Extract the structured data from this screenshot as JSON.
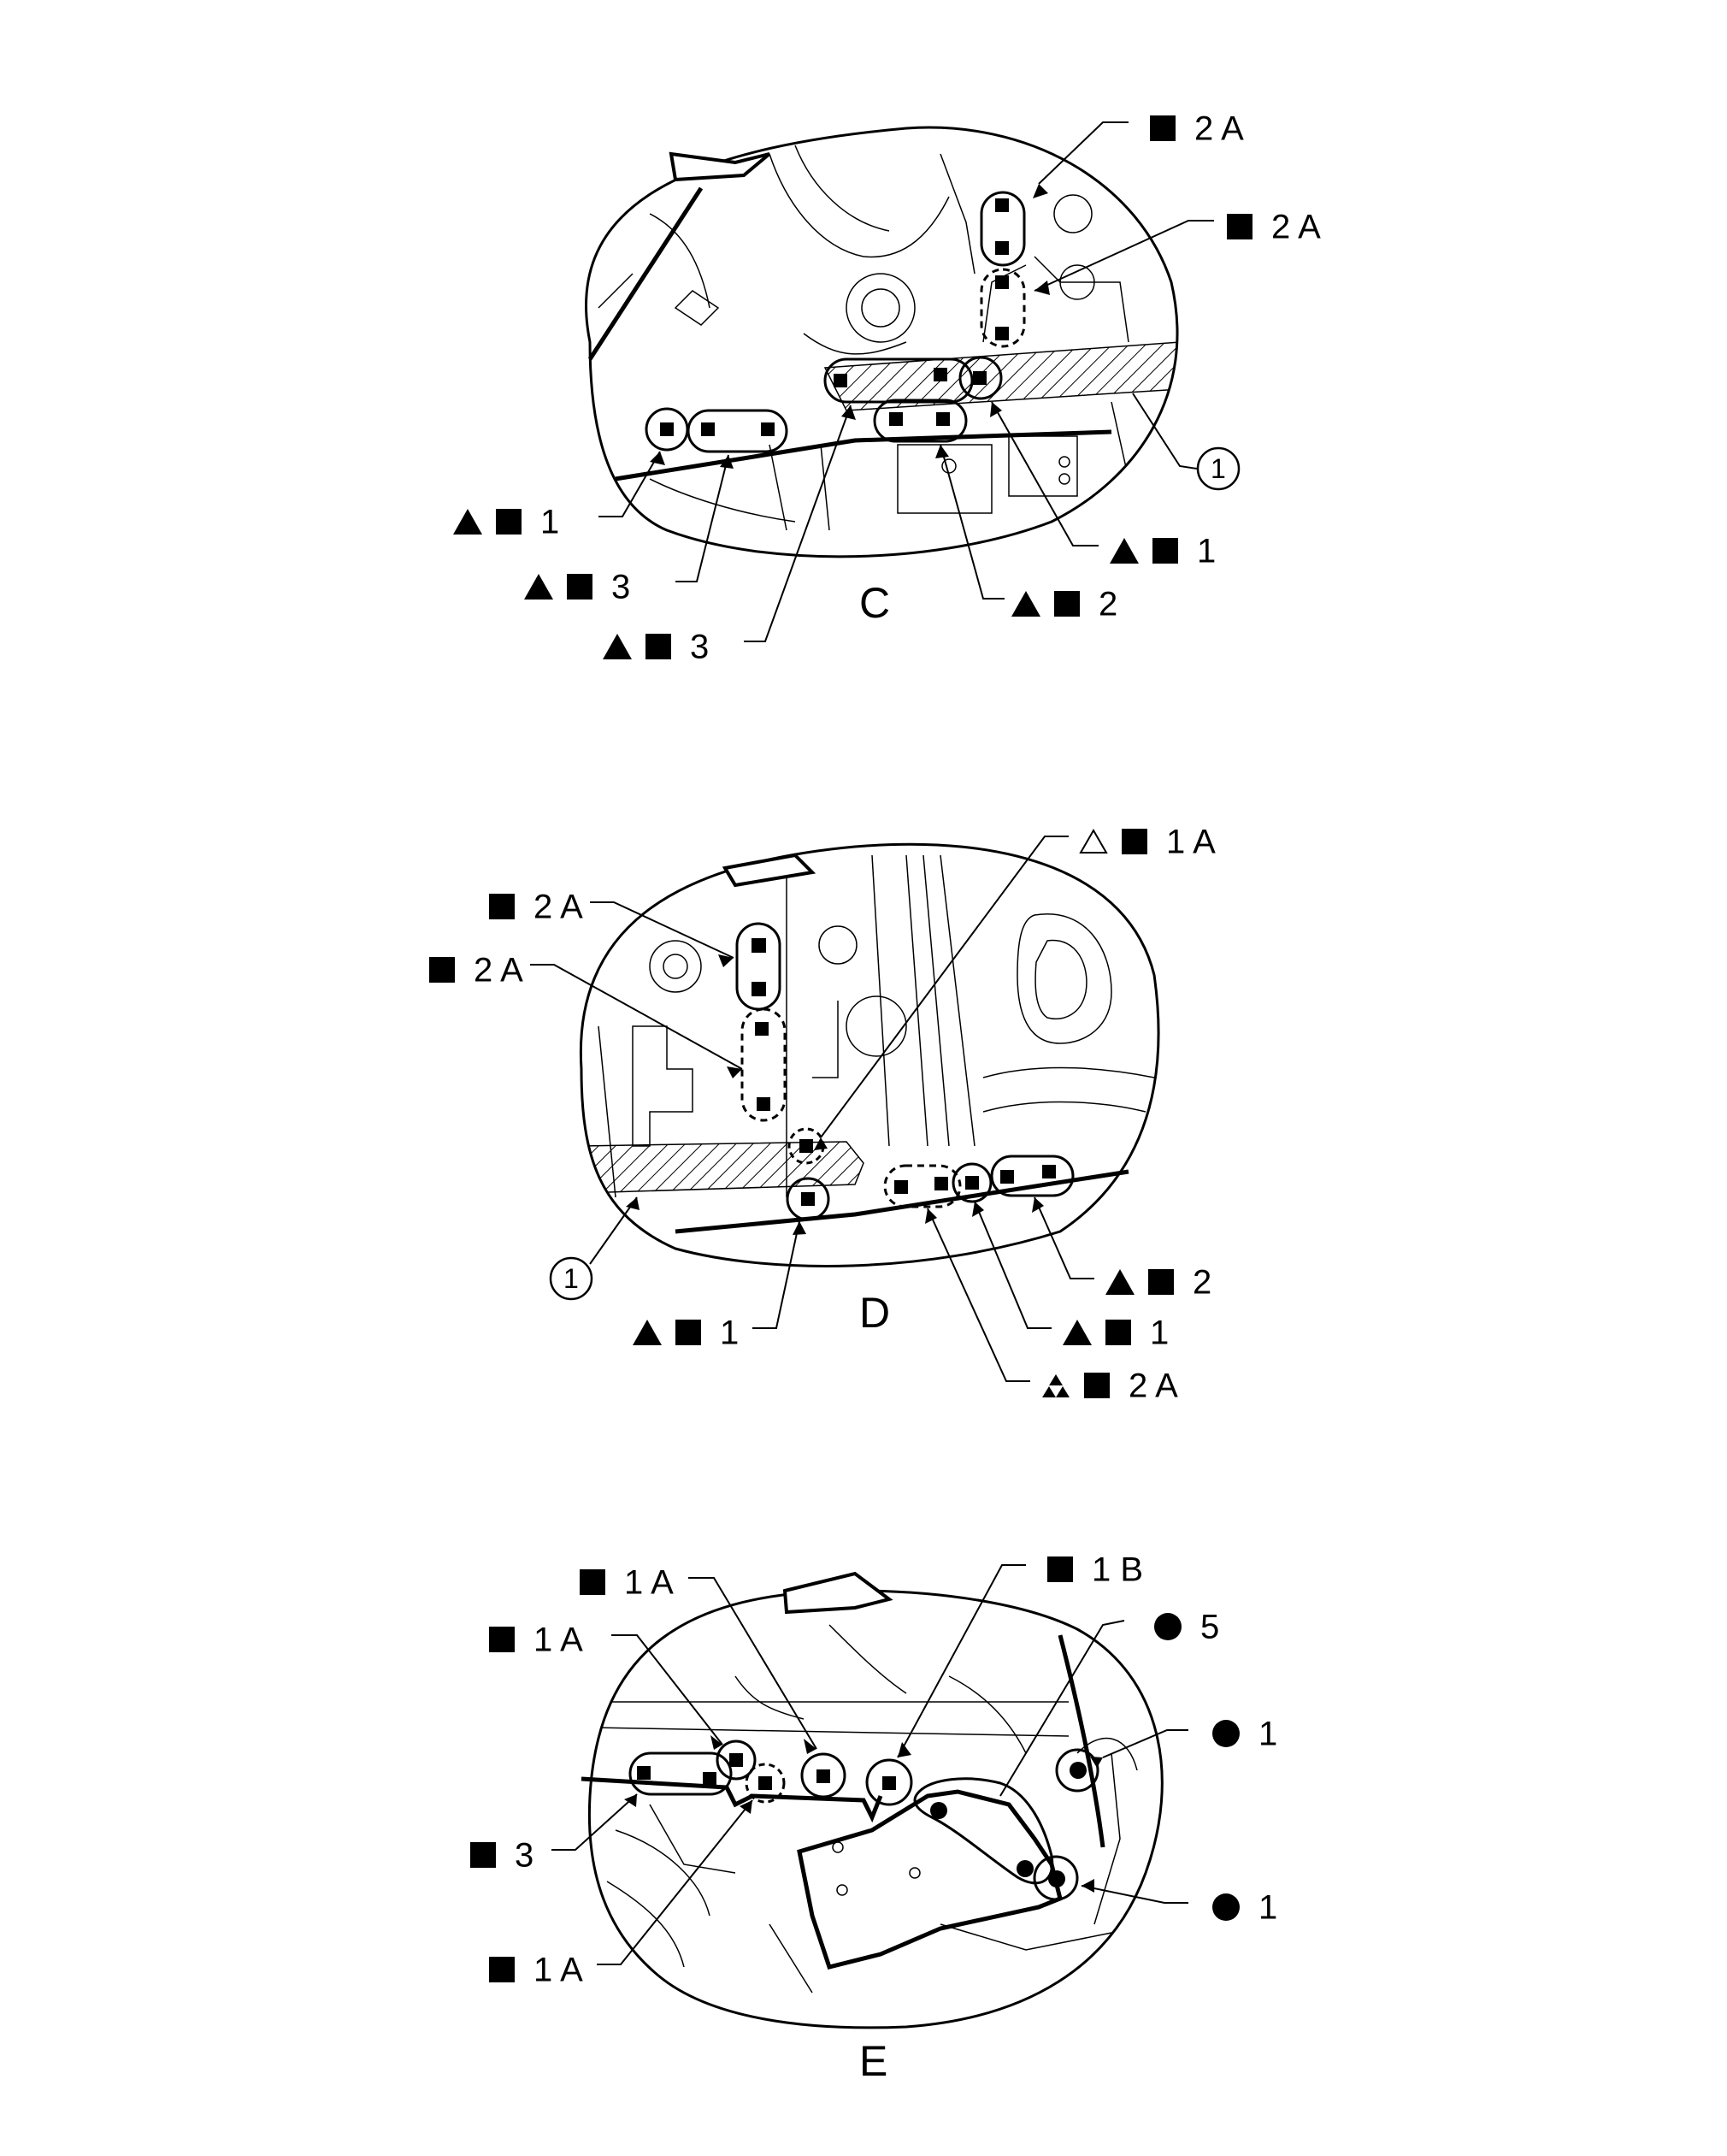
{
  "views": [
    {
      "id": "C",
      "label": "C"
    },
    {
      "id": "D",
      "label": "D"
    },
    {
      "id": "E",
      "label": "E"
    }
  ],
  "callouts": {
    "c_2a_top": "2 A",
    "c_2a_mid": "2 A",
    "c_ref1": "1",
    "c_tri_sq_1_left": "1",
    "c_tri_sq_3_a": "3",
    "c_tri_sq_3_b": "3",
    "c_tri_sq_1_right": "1",
    "c_tri_sq_2": "2",
    "d_open_tri_sq_1a": "1 A",
    "d_2a_top": "2 A",
    "d_2a_mid": "2 A",
    "d_ref1": "1",
    "d_tri_sq_1_left": "1",
    "d_tri_sq_2": "2",
    "d_tri_sq_1_right": "1",
    "d_multi_tri_sq_2a": "2 A",
    "e_1a_top": "1 A",
    "e_1b": "1 B",
    "e_1a_left": "1 A",
    "e_dot_5": "5",
    "e_dot_1_top": "1",
    "e_3": "3",
    "e_dot_1_bottom": "1",
    "e_1a_bottom": "1 A"
  },
  "symbols": {
    "square": "square-weld-icon",
    "triangle": "filled-triangle-icon",
    "open_triangle": "open-triangle-icon",
    "multi_triangle": "triple-triangle-icon",
    "dot": "filled-circle-icon"
  }
}
